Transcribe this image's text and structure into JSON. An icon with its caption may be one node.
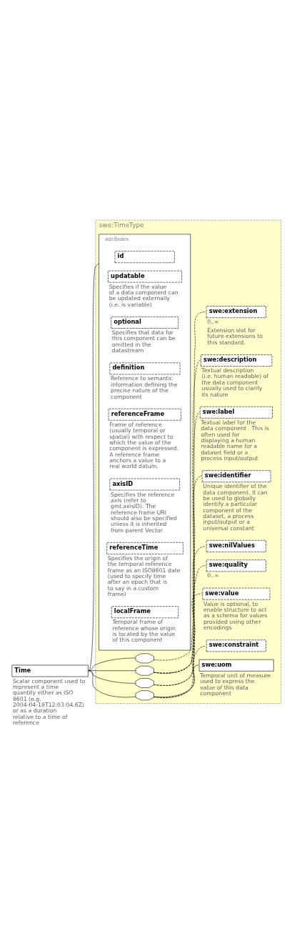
{
  "diagram": {
    "nodes": [
      {
        "text": [
          "Time"
        ],
        "beside": [
          "Scalar component used to represent a time quantity either as ISO 8601 (e.g. 2004-04-18T12:03:04.6Z) or as a duration relative to a time of reference"
        ]
      },
      {
        "text": [
          "swe:TimeType"
        ]
      },
      {
        "text": [
          "attributes"
        ],
        "in": 1
      },
      {
        "text": [
          "id"
        ],
        "in": 2
      },
      {
        "text": [
          "updatable"
        ],
        "in": 2,
        "beside": [
          "Specifies if the value of a data component can be updated externally (i.e. is variable)"
        ]
      },
      {
        "text": [
          "optional"
        ],
        "in": 2,
        "beside": [
          "Specifies that data for this component can be omitted in the datastream"
        ]
      },
      {
        "text": [
          "definition"
        ],
        "in": 2,
        "beside": [
          "Reference to semantic information defining the precise nature of the component"
        ]
      },
      {
        "text": [
          "referenceFrame"
        ],
        "in": 2,
        "beside": [
          "Frame of reference (usually temporal or spatial) with respect to which the value of the component is expressed. A reference frame anchors a value to a real world datum."
        ]
      },
      {
        "text": [
          "axisID"
        ],
        "in": 2,
        "beside": [
          "Specifies the reference axis (refer to gml:axisID). The reference frame URI should also be specified unless it is inherited from parent Vector"
        ]
      },
      {
        "text": [
          "referenceTime"
        ],
        "in": 2,
        "beside": [
          "Specifies the origin of the temporal reference frame as an ISO8601 date (used to specify time after an epoch that is to say in a custom frame)"
        ]
      },
      {
        "text": [
          "localFrame"
        ],
        "in": 2,
        "beside": [
          "Temporal frame of reference whose origin is located by the value of this component"
        ]
      },
      {
        "text": [],
        "shape": "octagon",
        "in": 1
      },
      {
        "text": [
          "swe:extension"
        ],
        "in": 1,
        "beside": [
          "0..∞",
          "Extension slot for future extensions to this standard."
        ]
      },
      {
        "text": [],
        "shape": "octagon",
        "in": 1
      },
      {
        "text": [
          "swe:identifier"
        ],
        "in": 1,
        "beside": [
          "Unique identifier of the data component. It can be used to globally identify a particular component of the dataset, a process input/output or a universal constant"
        ]
      },
      {
        "text": [
          "swe:label"
        ],
        "in": 1,
        "beside": [
          "Textual label for the data component . This is often used for displaying a human readable name for a dataset field or a process input/output"
        ]
      },
      {
        "text": [
          "swe:description"
        ],
        "in": 1,
        "beside": [
          "Textual description (i.e. human readable) of the data component usually used to clarify its nature"
        ]
      },
      {
        "text": [],
        "shape": "octagon",
        "in": 1
      },
      {
        "text": [
          "swe:quality"
        ],
        "in": 1,
        "beside": [
          "0..∞"
        ]
      },
      {
        "text": [
          "swe:nilValues"
        ],
        "in": 1
      },
      {
        "text": [],
        "shape": "octagon",
        "in": 1
      },
      {
        "text": [
          "swe:uom"
        ],
        "in": 1,
        "beside": [
          "Temporal unit of measure used to express the value of this data component"
        ]
      },
      {
        "text": [
          "swe:constraint"
        ],
        "in": 1
      },
      {
        "text": [
          "swe:value"
        ],
        "in": 1,
        "beside": [
          "Value is optional, to enable structure to act as a schema for values provided using other encodings"
        ]
      }
    ],
    "edges": [
      {
        "from": 0,
        "to": 2,
        "arrow": "none"
      },
      {
        "from": 0,
        "to": 11,
        "arrow": "none"
      },
      {
        "from": 0,
        "to": 13,
        "arrow": "none"
      },
      {
        "from": 0,
        "to": 17,
        "arrow": "none"
      },
      {
        "from": 0,
        "to": 20,
        "arrow": "none"
      },
      {
        "from": 11,
        "to": 12,
        "arrow": "none",
        "style": "dashed"
      },
      {
        "from": 13,
        "to": 14,
        "arrow": "none",
        "style": "dashed"
      },
      {
        "from": 13,
        "to": 15,
        "arrow": "none",
        "style": "dashed"
      },
      {
        "from": 13,
        "to": 16,
        "arrow": "none",
        "style": "dashed"
      },
      {
        "from": 17,
        "to": 18,
        "arrow": "none",
        "style": "dashed"
      },
      {
        "from": 17,
        "to": 19,
        "arrow": "none",
        "style": "dashed"
      },
      {
        "from": 20,
        "to": 21,
        "arrow": "none"
      },
      {
        "from": 20,
        "to": 22,
        "arrow": "none",
        "style": "dashed"
      },
      {
        "from": 20,
        "to": 23,
        "arrow": "none",
        "style": "dashed"
      }
    ]
  }
}
